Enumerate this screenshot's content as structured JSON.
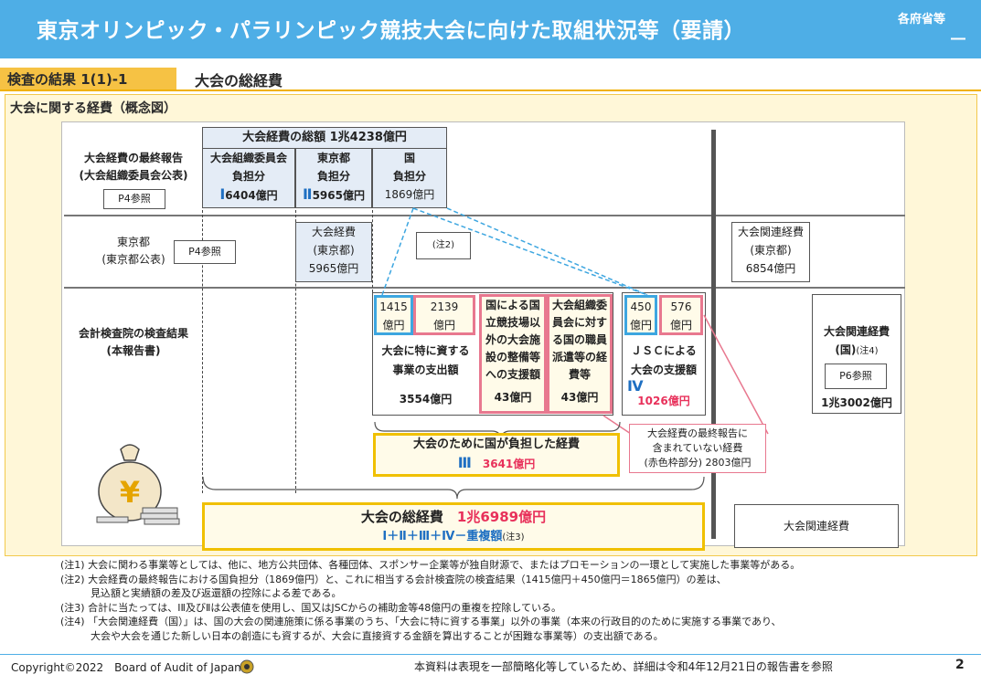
{
  "header": {
    "title": "東京オリンピック・パラリンピック競技大会に向けた取組状況等（要請）",
    "ministry": "各府省等",
    "dash": "―"
  },
  "section": {
    "result_label": "検査の結果 1(1)-1",
    "title": "大会の総経費"
  },
  "panel": {
    "title": "大会に関する経費（概念図）"
  },
  "rows": [
    {
      "line1": "大会経費の最終報告",
      "line2": "(大会組織委員会公表)",
      "ref": "P4参照"
    },
    {
      "line1": "東京都",
      "line2": "(東京都公表)",
      "ref": "P4参照"
    },
    {
      "line1": "会計検査院の検査結果",
      "line2": "(本報告書)"
    }
  ],
  "top_table": {
    "header": "大会経費の総額 1兆4238億円",
    "cols": [
      {
        "roman": "Ⅰ",
        "line1": "大会組織委員会",
        "line2": "負担分",
        "amount": "6404億円"
      },
      {
        "roman": "Ⅱ",
        "line1": "東京都",
        "line2": "負担分",
        "amount": "5965億円"
      },
      {
        "roman": "",
        "line1": "国",
        "line2": "負担分",
        "amount": "1869億円"
      }
    ]
  },
  "tokyo_box": {
    "line1": "大会経費",
    "line2": "(東京都)",
    "amount": "5965億円"
  },
  "note2_marker": "(注2)",
  "related_tokyo": {
    "line1": "大会関連経費",
    "line2": "(東京都)",
    "amount": "6854億円"
  },
  "audit": {
    "b1415": {
      "line1": "1415",
      "line2": "億円"
    },
    "b2139": {
      "line1": "2139",
      "line2": "億円"
    },
    "special": {
      "line1": "大会に特に資する",
      "line2": "事業の支出額",
      "amount": "3554億円"
    },
    "venue": {
      "lines": [
        "国による国",
        "立競技場以",
        "外の大会施",
        "設の整備等",
        "への支援額"
      ],
      "amount": "43億円"
    },
    "staff": {
      "lines": [
        "大会組織委",
        "員会に対す",
        "る国の職員",
        "派遣等の経",
        "費等"
      ],
      "amount": "43億円"
    },
    "b450": {
      "line1": "450",
      "line2": "億円"
    },
    "b576": {
      "line1": "576",
      "line2": "億円"
    },
    "jsc": {
      "line1": "ＪＳＣによる",
      "line2": "大会の支援額",
      "roman": "Ⅳ",
      "amount": "1026億円"
    },
    "related_national": {
      "line1": "大会関連経費",
      "line2": "(国)",
      "note": "(注4)",
      "ref": "P6参照",
      "amount": "1兆3002億円"
    }
  },
  "national_total": {
    "label": "大会のために国が負担した経費",
    "roman": "Ⅲ",
    "amount": "3641億円"
  },
  "callout": {
    "line1": "大会経費の最終報告に",
    "line2": "含まれていない経費",
    "line3": "(赤色枠部分) 2803億円"
  },
  "grand_total": {
    "label": "大会の総経費",
    "amount": "1兆6989億円",
    "formula": "Ⅰ＋Ⅱ＋Ⅲ＋Ⅳ－重複額",
    "note": "(注3)"
  },
  "related_bottom": "大会関連経費",
  "notes": [
    "(注1) 大会に関わる事業等としては、他に、地方公共団体、各種団体、スポンサー企業等が独自財源で、またはプロモーションの一環として実施した事業等がある。",
    "(注2) 大会経費の最終報告における国負担分（1869億円）と、これに相当する会計検査院の検査結果（1415億円＋450億円＝1865億円）の差は、",
    "　　　見込額と実績額の差及び返還額の控除による差である。",
    "(注3) 合計に当たっては、ⅠⅡ及びⅡは公表値を使用し、国又はJSCからの補助金等48億円の重複を控除している。",
    "(注4) 「大会関連経費（国）」は、国の大会の関連施策に係る事業のうち、「大会に特に資する事業」以外の事業（本来の行政目的のために実施する事業であり、",
    "　　　大会や大会を通じた新しい日本の創造にも資するが、大会に直接資する金額を算出することが困難な事業等）の支出額である。"
  ],
  "footer": {
    "copyright": "Copyright©2022　Board of Audit of Japan",
    "reference": "本資料は表現を一部簡略化等しているため、詳細は令和4年12月21日の報告書を参照",
    "page": "2"
  },
  "colors": {
    "header_bg": "#4eaee6",
    "label_bg": "#f6c244",
    "red_frame": "#e8788f",
    "blue_frame": "#3da6e0",
    "yellow_frame": "#f0c000"
  }
}
